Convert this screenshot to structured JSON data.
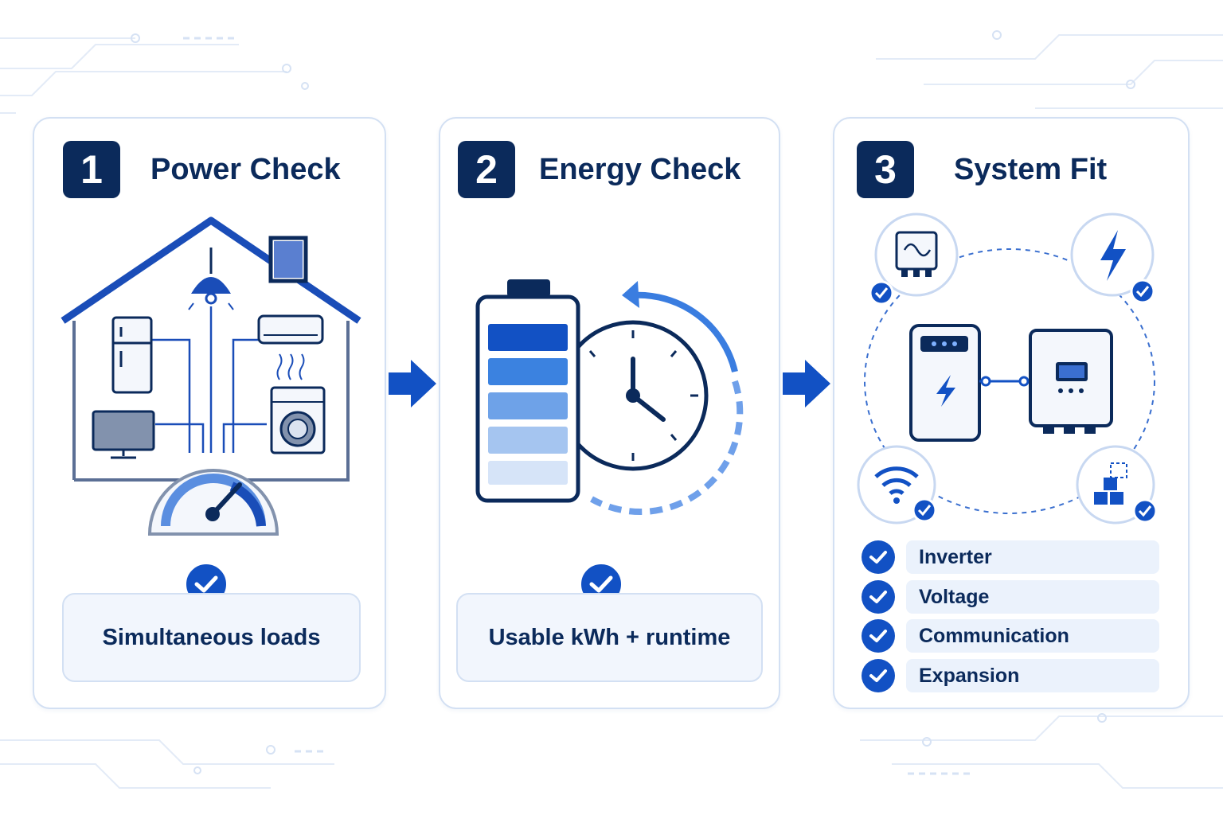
{
  "colors": {
    "navy": "#0b2a5b",
    "accent_blue": "#1251c4",
    "card_border": "#d3e0f3",
    "label_bg": "#f2f6fd"
  },
  "steps": [
    {
      "number": "1",
      "title": "Power Check",
      "icon": "house-appliances-gauge-icon",
      "label": "Simultaneous loads"
    },
    {
      "number": "2",
      "title": "Energy Check",
      "icon": "battery-clock-icon",
      "label": "Usable kWh + runtime"
    },
    {
      "number": "3",
      "title": "System Fit",
      "icon": "system-components-icon",
      "items": [
        "Inverter",
        "Voltage",
        "Communication",
        "Expansion"
      ]
    }
  ]
}
